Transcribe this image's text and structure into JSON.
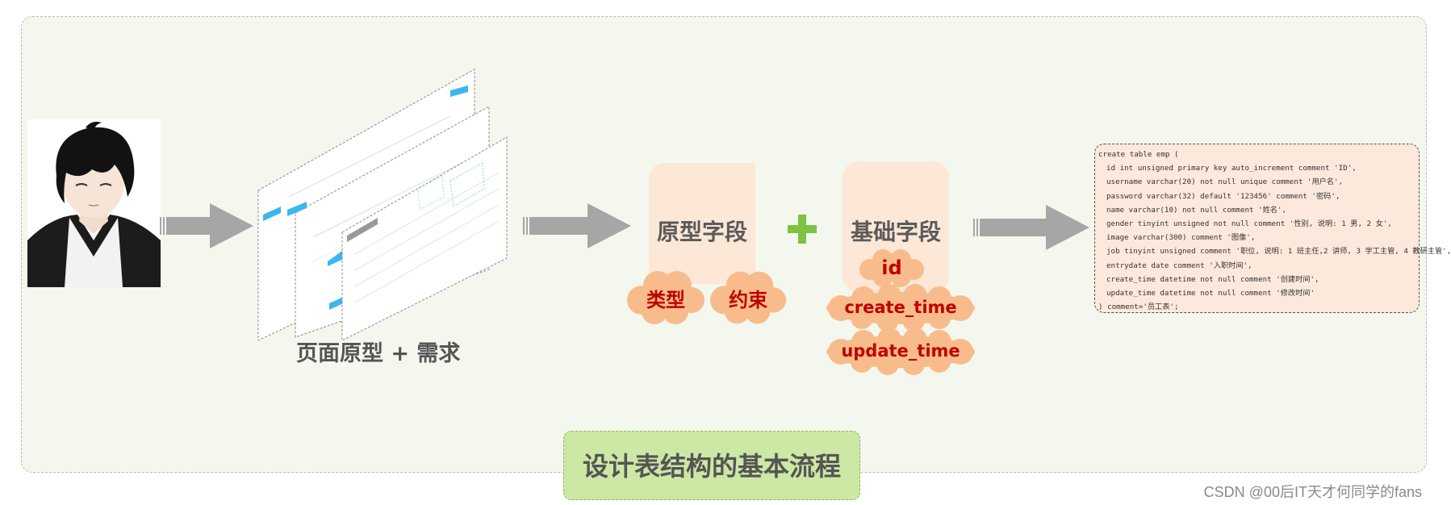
{
  "prototype_caption": "页面原型 + 需求",
  "prototype_block": {
    "title": "原型字段",
    "tags": [
      "类型",
      "约束"
    ]
  },
  "plus_sign": "+",
  "base_block": {
    "title": "基础字段",
    "fields": [
      "id",
      "create_time",
      "update_time"
    ]
  },
  "sql_code": {
    "lines": [
      "create table emp (",
      "id int unsigned primary key auto_increment comment 'ID',",
      "username varchar(20) not null unique comment '用户名',",
      "password varchar(32) default '123456' comment '密码',",
      "name varchar(10) not null comment '姓名',",
      "gender tinyint unsigned not null comment '性别, 说明: 1 男, 2 女',",
      "image varchar(300) comment '图像',",
      "job tinyint unsigned comment '职位, 说明: 1 班主任,2 讲师, 3 学工主管, 4 教研主管',",
      "entrydate date comment '入职时间',",
      "create_time datetime not null comment '创建时间',",
      "update_time datetime not null comment '修改时间'",
      ") comment='员工表';"
    ]
  },
  "flow_title": "设计表结构的基本流程",
  "watermark": "CSDN @00后IT天才何同学的fans",
  "colors": {
    "panel_bg": "#f4f7ee",
    "block_bg": "#fde7d6",
    "cloud": "#f8bc8c",
    "cloud_text": "#c00000",
    "plus": "#7dc242",
    "arrow": "#a6a6a6",
    "title_bg": "#cde8a4"
  },
  "icons": {
    "avatar": "avatar",
    "arrow": "arrow-right-icon",
    "plus": "plus-icon",
    "cloud": "cloud-shape"
  }
}
